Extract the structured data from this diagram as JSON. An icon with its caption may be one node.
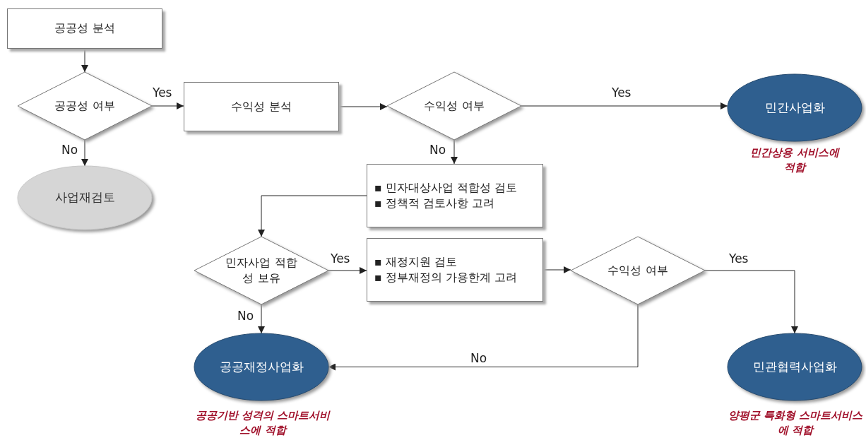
{
  "diagram": {
    "nodes": [
      {
        "text": [
          "공공성 분석"
        ]
      },
      {
        "text": [
          "공공성 여부"
        ]
      },
      {
        "text": [
          "사업재검토"
        ]
      },
      {
        "text": [
          "수익성 분석"
        ]
      },
      {
        "text": [
          "수익성 여부"
        ]
      },
      {
        "text": [
          "민간사업화"
        ],
        "beside": [
          "민간상용 서비스에 적합"
        ]
      },
      {
        "text": [
          "▪ 민자대상사업 적합성 검토",
          "▪ 정책적 검토사항 고려"
        ]
      },
      {
        "text": [
          "민자사업 적합성 보유"
        ]
      },
      {
        "text": [
          "▪ 재정지원 검토",
          "▪ 정부재정의 가용한계 고려"
        ]
      },
      {
        "text": [
          "수익성 여부"
        ]
      },
      {
        "text": [
          "공공재정사업화"
        ],
        "beside": [
          "공공기반 성격의 스마트서비스에 적합"
        ]
      },
      {
        "text": [
          "민관협력사업화"
        ],
        "beside": [
          "양평군 특화형 스마트서비스에 적합"
        ]
      }
    ],
    "edges": [
      {
        "from": 0,
        "to": 1,
        "arrow": "to"
      },
      {
        "from": 1,
        "to": 3,
        "label": "Yes",
        "arrow": "to"
      },
      {
        "from": 1,
        "to": 2,
        "label": "No",
        "arrow": "to"
      },
      {
        "from": 3,
        "to": 4,
        "arrow": "to"
      },
      {
        "from": 4,
        "to": 5,
        "label": "Yes",
        "arrow": "to"
      },
      {
        "from": 4,
        "to": 6,
        "label": "No",
        "arrow": "to"
      },
      {
        "from": 6,
        "to": 7,
        "arrow": "to"
      },
      {
        "from": 7,
        "to": 8,
        "label": "Yes",
        "arrow": "to"
      },
      {
        "from": 7,
        "to": 10,
        "label": "No",
        "arrow": "to"
      },
      {
        "from": 8,
        "to": 9,
        "arrow": "to"
      },
      {
        "from": 9,
        "to": 11,
        "label": "Yes",
        "arrow": "to"
      },
      {
        "from": 9,
        "to": 10,
        "label": "No",
        "arrow": "to"
      }
    ]
  }
}
